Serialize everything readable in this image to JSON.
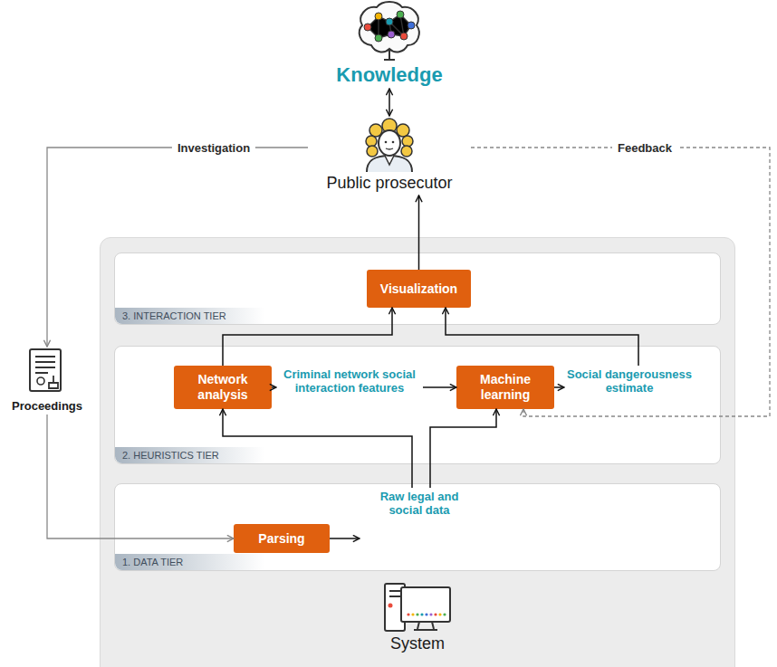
{
  "diagram": {
    "nodes": [
      {
        "text": [
          "Knowledge"
        ]
      },
      {
        "text": [
          "Public prosecutor"
        ]
      },
      {
        "text": [
          "Proceedings"
        ]
      },
      {
        "text": [
          "System"
        ]
      },
      {
        "text": [
          "3. INTERACTION TIER"
        ],
        "in": 3
      },
      {
        "text": [
          "Visualization"
        ],
        "in": 4
      },
      {
        "text": [
          "2. HEURISTICS TIER"
        ],
        "in": 3
      },
      {
        "text": [
          "Network analysis"
        ],
        "in": 6
      },
      {
        "text": [
          "Criminal network social interaction features"
        ],
        "in": 6
      },
      {
        "text": [
          "Machine learning"
        ],
        "in": 6
      },
      {
        "text": [
          "Social dangerousness estimate"
        ],
        "in": 6
      },
      {
        "text": [
          "1. DATA TIER"
        ],
        "in": 3
      },
      {
        "text": [
          "Parsing"
        ],
        "in": 11
      },
      {
        "text": [
          "Raw legal and social data"
        ],
        "in": 11
      }
    ],
    "edges": [
      {
        "from": 0,
        "to": 1,
        "arrow": "both"
      },
      {
        "from": 5,
        "to": 1,
        "arrow": "to"
      },
      {
        "from": 1,
        "to": 2,
        "label": "Investigation",
        "arrow": "to"
      },
      {
        "from": 2,
        "to": 12,
        "arrow": "to"
      },
      {
        "from": 12,
        "to": 13,
        "arrow": "to"
      },
      {
        "from": 13,
        "to": 7,
        "arrow": "to"
      },
      {
        "from": 13,
        "to": 9,
        "arrow": "to"
      },
      {
        "from": 7,
        "to": 8,
        "arrow": "to"
      },
      {
        "from": 8,
        "to": 9,
        "arrow": "to"
      },
      {
        "from": 9,
        "to": 10,
        "arrow": "to"
      },
      {
        "from": 7,
        "to": 5,
        "arrow": "to"
      },
      {
        "from": 10,
        "to": 5,
        "arrow": "to"
      },
      {
        "from": 1,
        "to": 9,
        "label": "Feedback",
        "arrow": "to"
      }
    ]
  }
}
